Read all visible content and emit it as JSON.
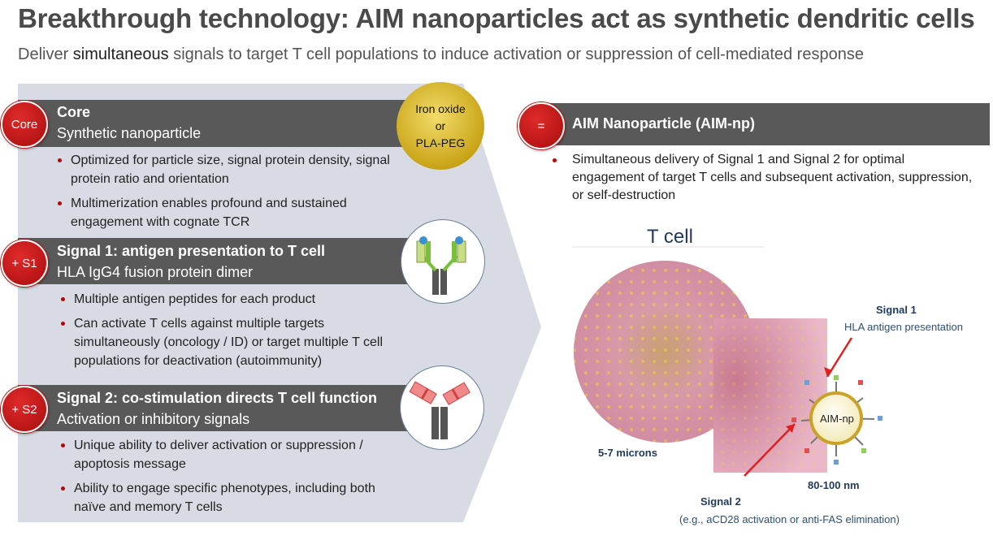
{
  "header": {
    "title": "Breakthrough technology:  AIM nanoparticles act as synthetic dendritic cells",
    "subtitle_pre": "Deliver ",
    "subtitle_em": "simultaneous",
    "subtitle_post": " signals to target T cell populations to induce activation or suppression of cell-mediated response"
  },
  "core": {
    "badge": "Core",
    "title": "Core",
    "subtitle": "Synthetic nanoparticle",
    "material_line1": "Iron oxide",
    "material_line2": "or",
    "material_line3": "PLA-PEG",
    "bullets": [
      "Optimized for particle size, signal protein density, signal protein ratio and orientation",
      "Multimerization enables profound and sustained engagement with cognate TCR"
    ]
  },
  "signal1": {
    "badge": "+ S1",
    "title": "Signal 1: antigen presentation to T cell",
    "subtitle": "HLA IgG4 fusion protein dimer",
    "bullets": [
      "Multiple antigen peptides for each product",
      "Can activate T cells against multiple targets simultaneously (oncology / ID) or target multiple T cell populations for deactivation (autoimmunity)"
    ]
  },
  "signal2": {
    "badge": "+ S2",
    "title": "Signal 2: co-stimulation directs T cell function",
    "subtitle": "Activation or inhibitory signals",
    "bullets": [
      "Unique ability to deliver activation or suppression / apoptosis message",
      "Ability to engage specific phenotypes, including both naïve and memory T cells"
    ]
  },
  "result": {
    "badge": "=",
    "title": "AIM Nanoparticle (AIM-np)",
    "bullet": "Simultaneous delivery of Signal 1 and Signal 2 for optimal engagement of target T cells and subsequent activation, suppression, or self-destruction"
  },
  "figure": {
    "tcell_label": "T cell",
    "signal1_label": "Signal 1",
    "signal1_desc": "HLA antigen presentation",
    "np_label": "AIM-np",
    "tcell_size": "5-7 microns",
    "np_size": "80-100 nm",
    "signal2_label": "Signal 2",
    "signal2_desc": "(e.g., aCD28 activation or anti-FAS elimination)"
  },
  "colors": {
    "accent_red": "#c00000",
    "bar_gray": "#595959",
    "panel": "#d8dbe3"
  }
}
